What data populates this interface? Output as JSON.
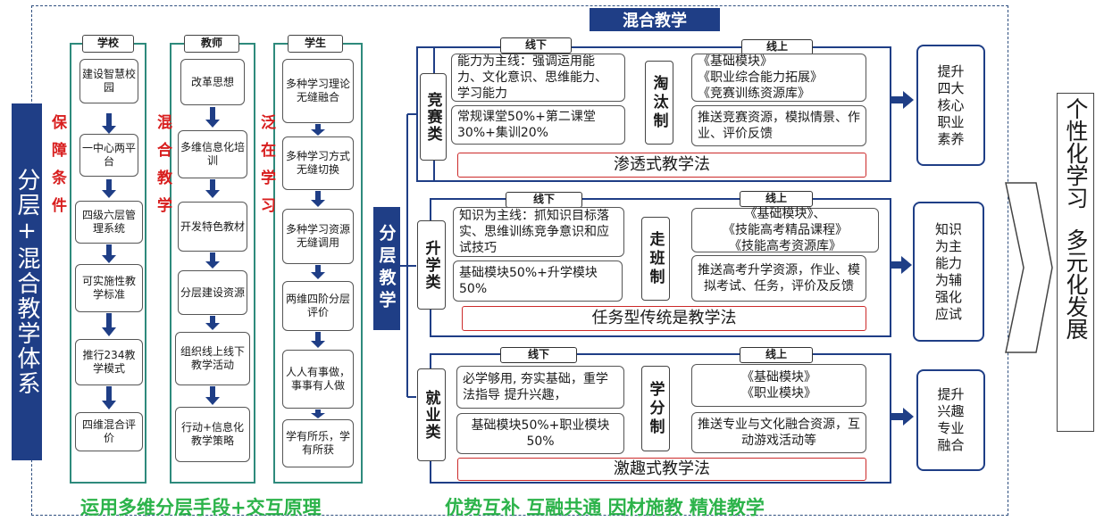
{
  "left_title": "分层+混合教学体系",
  "top_title": "混合教学",
  "middle_title": "分层教学",
  "right_title_1": "个性化学习",
  "right_title_2": "多元化发展",
  "columns": [
    {
      "head": "学校",
      "items": [
        "建设智慧校园",
        "一中心两平台",
        "四级六层管理系统",
        "可实施性教学标准",
        "推行234教学模式",
        "四维混合评价"
      ]
    },
    {
      "head": "教师",
      "items": [
        "改革思想",
        "多维信息化培训",
        "开发特色教材",
        "分层建设资源",
        "组织线上线下教学活动",
        "行动+信息化教学策略"
      ]
    },
    {
      "head": "学生",
      "items": [
        "多种学习理论无缝融合",
        "多种学习方式无缝切换",
        "多种学习资源无缝调用",
        "两维四阶分层评价",
        "人人有事做，事事有人做",
        "学有所乐，学有所获"
      ]
    }
  ],
  "red_labels": [
    "保障条件",
    "混合教学",
    "泛在学习"
  ],
  "bottom_left": "运用多维分层手段+交互原理",
  "bottom_right": "优势互补 互融共通 因材施教 精准教学",
  "sections": [
    {
      "label": "竞赛类",
      "offline_tag": "线下",
      "online_tag": "线上",
      "offline_1": "能力为主线：强调运用能力、文化意识、思维能力、学习能力",
      "offline_2": "常规课堂50%+第二课堂30%+集训20%",
      "mechanism": "淘汰制",
      "online_1": [
        "《基础模块》",
        "《职业综合能力拓展》",
        "《竞赛训练资源库》"
      ],
      "online_2": "推送竞赛资源，模拟情景、作业、评价反馈",
      "method": "渗透式教学法",
      "outcome": "提升四大核心职业素养"
    },
    {
      "label": "升学类",
      "offline_tag": "线下",
      "online_tag": "线上",
      "offline_1": "知识为主线：抓知识目标落实、思维训练竞争意识和应试技巧",
      "offline_2": "基础模块50%+升学模块50%",
      "mechanism": "走班制",
      "online_1": [
        "《基础模块》、",
        "《技能高考精品课程》",
        "《技能高考资源库》"
      ],
      "online_2": "推送高考升学资源，作业、模拟考试、任务，评价及反馈",
      "method": "任务型传统是教学法",
      "outcome": "知识为主能力为辅强化应试"
    },
    {
      "label": "就业类",
      "offline_tag": "线下",
      "online_tag": "线上",
      "offline_1": "必学够用, 夯实基础，重学法指导 提升兴趣，",
      "offline_2": "基础模块50%+职业模块50%",
      "mechanism": "学分制",
      "online_1": [
        "《基础模块》",
        "《职业模块》"
      ],
      "online_2": "推送专业与文化融合资源，互动游戏活动等",
      "method": "激趣式教学法",
      "outcome": "提升兴趣专业融合"
    }
  ]
}
